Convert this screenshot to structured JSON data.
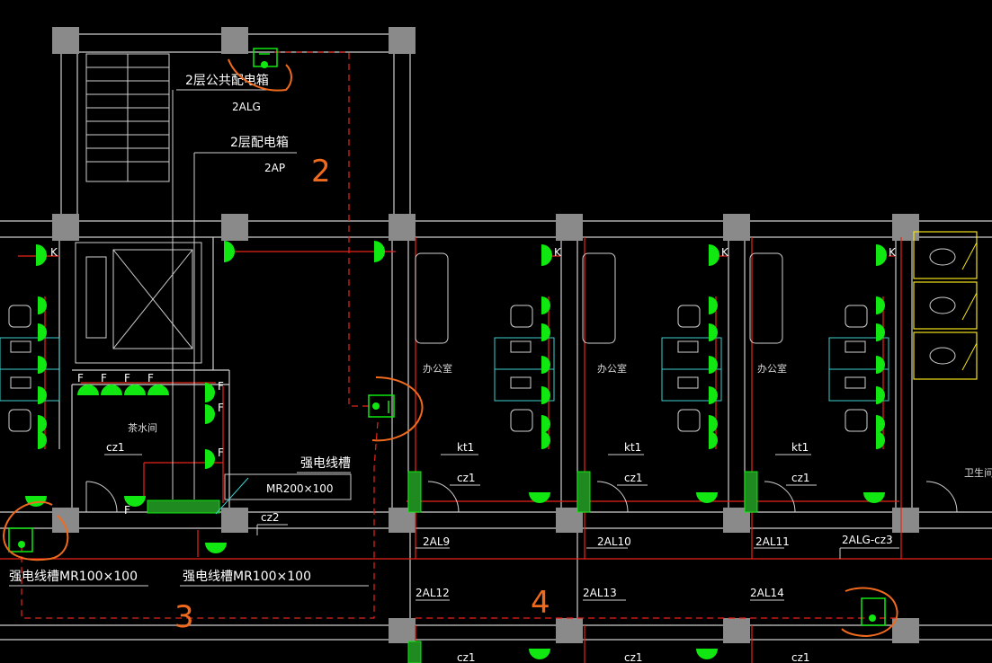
{
  "labels": {
    "panel_2alg_name": "2层公共配电箱",
    "panel_2alg_code": "2ALG",
    "panel_2ap_name": "2层配电箱",
    "panel_2ap_code": "2AP",
    "tray_upper": "强电线槽",
    "tray_upper_size": "MR200×100",
    "tray_left": "强电线槽MR100×100",
    "tray_mid": "强电线槽MR100×100",
    "room_office_1": "办公室",
    "room_office_2": "办公室",
    "room_office_3": "办公室",
    "room_tea": "茶水间",
    "room_toilet": "卫生间",
    "circuit_2al9": "2AL9",
    "circuit_2al10": "2AL10",
    "circuit_2al11": "2AL11",
    "circuit_2alg_cz3": "2ALG-cz3",
    "circuit_2al12": "2AL12",
    "circuit_2al13": "2AL13",
    "circuit_2al14": "2AL14",
    "kt1_a": "kt1",
    "kt1_b": "kt1",
    "kt1_c": "kt1",
    "cz1_tea": "cz1",
    "cz1_a": "cz1",
    "cz1_b": "cz1",
    "cz1_c": "cz1",
    "cz1_d": "cz1",
    "cz1_e": "cz1",
    "cz1_f": "cz1",
    "cz2": "cz2",
    "mark_k": "K",
    "mark_f": "F",
    "hand_2": "2",
    "hand_3": "3",
    "hand_4": "4"
  },
  "colors": {
    "background": "#000000",
    "wall": "#cfcfcf",
    "column": "#8a8a8a",
    "wiring": "#e8231a",
    "device": "#11e811",
    "furniture": "#d0d0d0",
    "desk": "#3fd0d0",
    "annotation": "#f06a1e",
    "toilet_yellow": "#f2e21a"
  }
}
